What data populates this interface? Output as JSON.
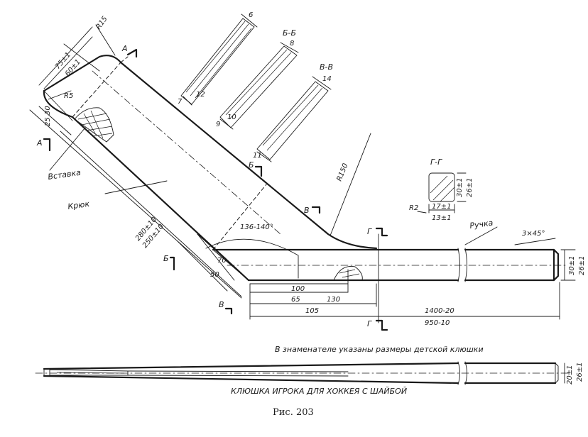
{
  "labels": {
    "section_a": "A",
    "section_b": "Б",
    "section_v": "В",
    "section_g": "Г",
    "section_bb": "Б-Б",
    "section_vv": "В-В",
    "section_gg": "Г-Г",
    "insert": "Вставка",
    "hook": "Крюк",
    "handle": "Ручка"
  },
  "dimensions": {
    "r15": "R15",
    "d75": "75±1",
    "d60": "60±1",
    "r5": "R5",
    "d30": "30",
    "d25": "25",
    "d280": "280±10",
    "d250": "250±10",
    "angle": "136-140°",
    "d70": "70",
    "d50": "50",
    "d100": "100",
    "d65": "65",
    "d130": "130",
    "d105": "105",
    "d1400": "1400-20",
    "d950": "950-10",
    "r150": "R150",
    "r2": "R2",
    "d17": "17±1",
    "d13": "13±1",
    "d30b": "30±1",
    "d26": "26±1",
    "chamfer": "3×45°",
    "end30": "30±1",
    "end26": "26±1",
    "s6": "6",
    "s7": "7",
    "s12": "12",
    "s8": "8",
    "s9": "9",
    "s10": "10",
    "s11": "11",
    "s14": "14",
    "bot20": "20±1",
    "bot26": "26±1"
  },
  "note": "В знаменателе указаны размеры детской клюшки",
  "title": "КЛЮШКА ИГРОКА ДЛЯ ХОККЕЯ С ШАЙБОЙ",
  "figure": "Рис. 203"
}
